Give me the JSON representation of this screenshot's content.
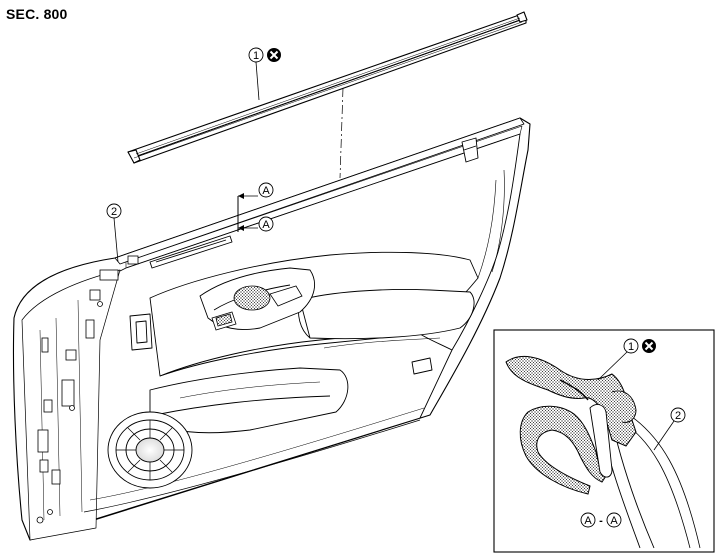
{
  "section_label": "SEC. 800",
  "callouts": {
    "part_1": "1",
    "part_2": "2",
    "section_a": "A",
    "section_view_label_left": "A",
    "section_view_label_dash": "-",
    "section_view_label_right": "A"
  },
  "symbols": {
    "do_not_reuse": "x-circle-icon"
  },
  "colors": {
    "line": "#000000",
    "background": "#ffffff",
    "hatch": "#000000"
  }
}
